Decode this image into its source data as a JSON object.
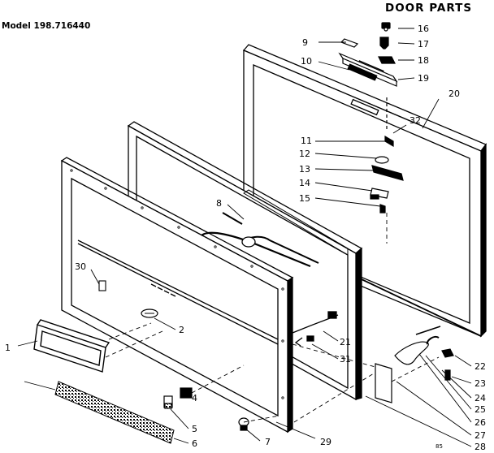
{
  "header": {
    "title": "DOOR PARTS",
    "model": "Model 198.716440"
  },
  "callouts": [
    "1",
    "2",
    "4",
    "5",
    "6",
    "7",
    "8",
    "9",
    "10",
    "11",
    "12",
    "13",
    "14",
    "15",
    "16",
    "17",
    "18",
    "19",
    "20",
    "21",
    "22",
    "23",
    "24",
    "25",
    "26",
    "27",
    "28",
    "29",
    "30",
    "31",
    "32"
  ],
  "stamp": "85"
}
